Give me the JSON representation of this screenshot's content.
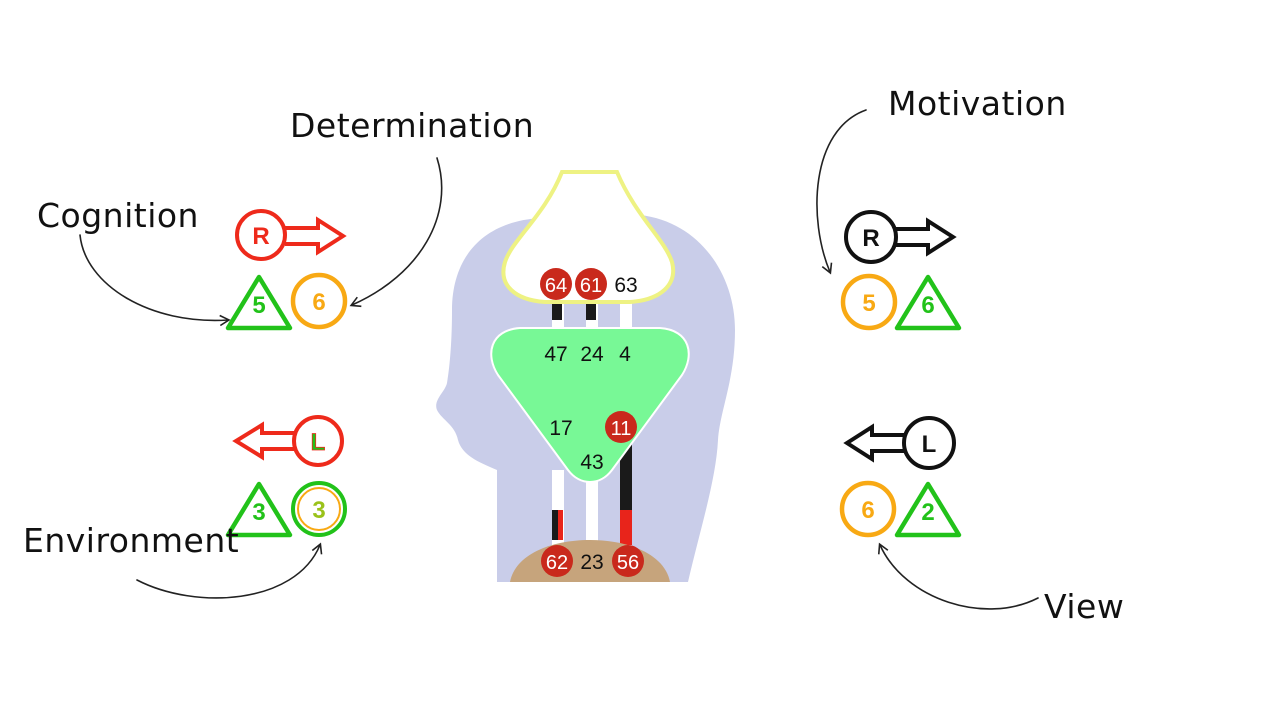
{
  "labels": {
    "determination": "Determination",
    "cognition": "Cognition",
    "environment": "Environment",
    "motivation": "Motivation",
    "view": "View"
  },
  "left": {
    "top_arrow_letter": "R",
    "top_left_number": "5",
    "top_right_number": "6",
    "bottom_arrow_letter": "L",
    "bottom_left_number": "3",
    "bottom_right_number": "3"
  },
  "right": {
    "top_arrow_letter": "R",
    "top_left_number": "5",
    "top_right_number": "6",
    "bottom_arrow_letter": "L",
    "bottom_left_number": "6",
    "bottom_right_number": "2"
  },
  "head": {
    "gate_64": "64",
    "gate_61": "61",
    "gate_63": "63",
    "gate_47": "47",
    "gate_24": "24",
    "gate_4": "4",
    "gate_17": "17",
    "gate_11": "11",
    "gate_43": "43",
    "gate_62": "62",
    "gate_23": "23",
    "gate_56": "56"
  },
  "colors": {
    "red": "#ee2a1b",
    "green": "#22c21a",
    "orange": "#f8a914",
    "black": "#111111",
    "silhouette": "#c9cde9",
    "ajna": "#78f896",
    "crown_outline": "#eef283",
    "throat": "#c6a47c",
    "gate_dot": "#c9291c"
  }
}
